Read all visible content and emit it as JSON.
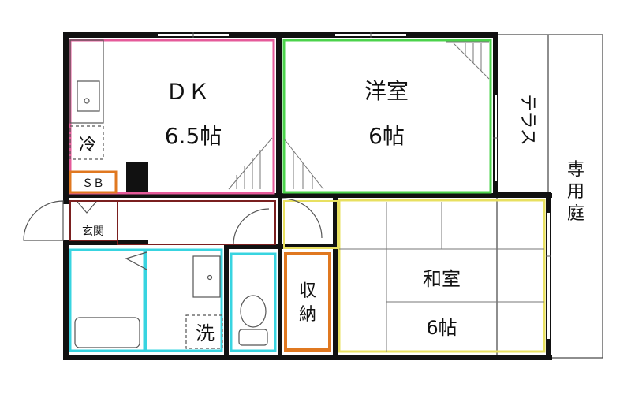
{
  "rooms": {
    "dk": {
      "name": "ＤＫ",
      "size": "6.5帖",
      "color": "#e55a9a"
    },
    "western": {
      "name": "洋室",
      "size": "6帖",
      "color": "#4cd34c"
    },
    "japanese": {
      "name": "和室",
      "size": "6帖",
      "color": "#e8e060"
    },
    "storage": {
      "name_line1": "収",
      "name_line2": "納",
      "color": "#e07820"
    },
    "sb": {
      "name": "ＳＢ",
      "color": "#e07820"
    },
    "bath_color": "#38d4e0",
    "wall_color": "#111111"
  },
  "labels": {
    "fridge": "冷",
    "washer": "洗",
    "entrance": "玄関",
    "terrace": "テラス",
    "garden": [
      "専",
      "用",
      "庭"
    ]
  }
}
